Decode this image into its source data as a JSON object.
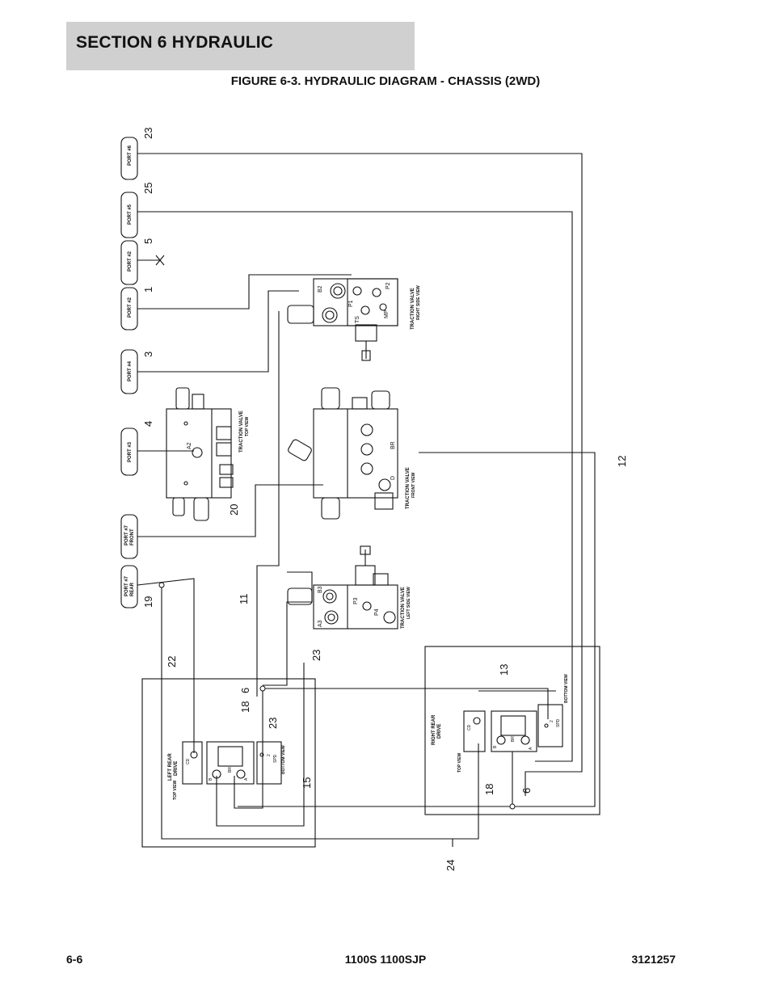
{
  "header": {
    "section_title": "SECTION 6   HYDRAULIC",
    "figure_title": "FIGURE 6-3. HYDRAULIC DIAGRAM - CHASSIS (2WD)"
  },
  "diagram": {
    "ports": [
      {
        "id": "port-6",
        "label": "PORT #6"
      },
      {
        "id": "port-5",
        "label": "PORT #5"
      },
      {
        "id": "port-2-upper",
        "label": "PORT #2"
      },
      {
        "id": "port-2-lower",
        "label": "PORT #2"
      },
      {
        "id": "port-4",
        "label": "PORT #4"
      },
      {
        "id": "port-3",
        "label": "PORT #3"
      },
      {
        "id": "port-7-front",
        "label": "PORT #7",
        "sub": "FRONT"
      },
      {
        "id": "port-7-rear",
        "label": "PORT #7",
        "sub": "REAR"
      }
    ],
    "line_numbers": [
      "23",
      "25",
      "5",
      "1",
      "3",
      "4",
      "20",
      "19",
      "11",
      "22",
      "23",
      "6",
      "18",
      "23",
      "15",
      "24",
      "12",
      "13",
      "18",
      "6"
    ],
    "components": {
      "valve_right_side": {
        "label": "TRACTION VALVE",
        "view": "RIGHT SIDE VIEW"
      },
      "valve_top": {
        "label": "TRACTION VALVE",
        "view": "TOP VIEW"
      },
      "valve_front": {
        "label": "TRACTION VALVE",
        "view": "FRONT VIEW"
      },
      "valve_left_side": {
        "label": "TRACTION VALVE",
        "view": "LEFT SIDE VIEW"
      },
      "left_drive": {
        "label": "LEFT REAR",
        "label2": "DRIVE",
        "top_view": "TOP VIEW",
        "bottom_view": "BOTTOM VIEW"
      },
      "right_drive": {
        "label": "RIGHT REAR",
        "label2": "DRIVE",
        "top_view": "TOP VIEW",
        "bottom_view": "BOTTOM VIEW"
      }
    },
    "port_codes": {
      "b2": "B2",
      "p1": "P1",
      "p2": "P2",
      "mp": "MP",
      "ts": "TS",
      "a2": "A2",
      "br": "BR",
      "d": "D",
      "b3": "B3",
      "a3": "A3",
      "p3": "P3",
      "p4": "P4",
      "cd": "CD",
      "b": "B",
      "a": "A",
      "two": "2",
      "spd": "SPD"
    }
  },
  "footer": {
    "page_number": "6-6",
    "model": "1100S 1100SJP",
    "doc_number": "3121257"
  }
}
